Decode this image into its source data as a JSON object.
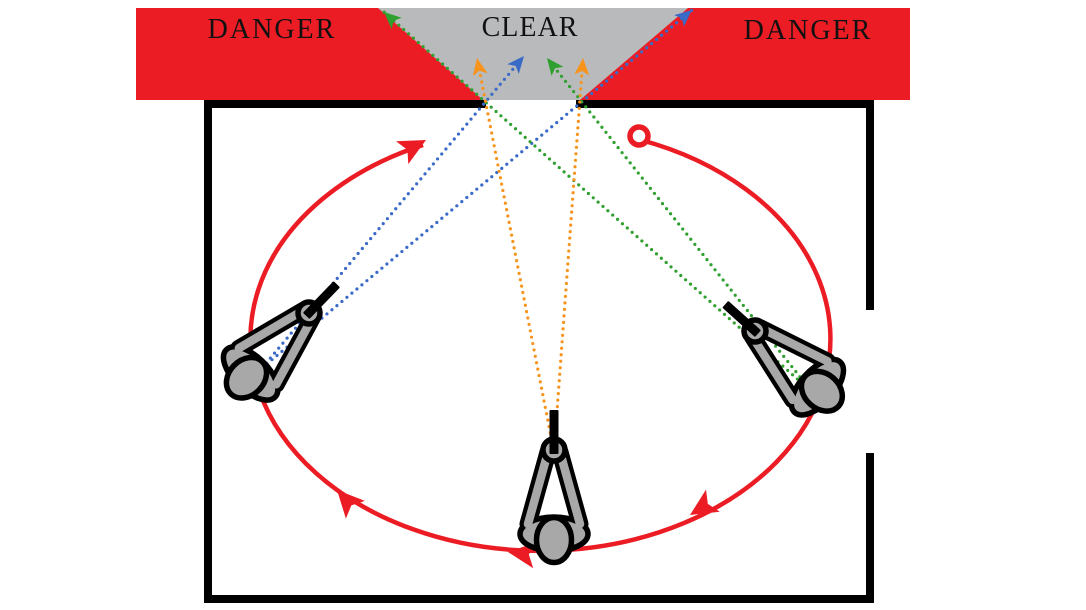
{
  "banner": {
    "danger_left": "DANGER",
    "clear": "CLEAR",
    "danger_right": "DANGER"
  },
  "colors": {
    "danger_red": "#ec1c24",
    "clear_gray": "#b9babc",
    "figure_gray": "#a8a8a8",
    "gun_black": "#000000",
    "wall_black": "#000000",
    "trajectory_blue": "#3a6ac8",
    "trajectory_green": "#2fa02f",
    "trajectory_orange": "#f7941d",
    "text_black": "#111111",
    "background": "#ffffff"
  },
  "diagram": {
    "type": "firearms-muzzle-direction-safety-diagram",
    "zones": [
      {
        "name": "danger-zone-left",
        "color": "#ec1c24",
        "label": "DANGER"
      },
      {
        "name": "clear-zone-funnel",
        "color": "#b9babc",
        "label": "CLEAR"
      },
      {
        "name": "danger-zone-right",
        "color": "#ec1c24",
        "label": "DANGER"
      }
    ],
    "room": {
      "wall_opening_top": "gap aligned with clear funnel",
      "wall_opening_right": "doorway gap"
    },
    "rotation_path": {
      "shape": "ellipse-arc",
      "direction": "clockwise",
      "start_marker": "open-circle",
      "arrowhead_count": 4,
      "color": "#ec1c24"
    },
    "shooters": [
      {
        "name": "shooter-left",
        "facing": "up-right",
        "trajectory_color": "#3a6ac8"
      },
      {
        "name": "shooter-center",
        "facing": "up",
        "trajectory_color": "#f7941d"
      },
      {
        "name": "shooter-right",
        "facing": "up-left",
        "trajectory_color": "#2fa02f"
      }
    ]
  }
}
